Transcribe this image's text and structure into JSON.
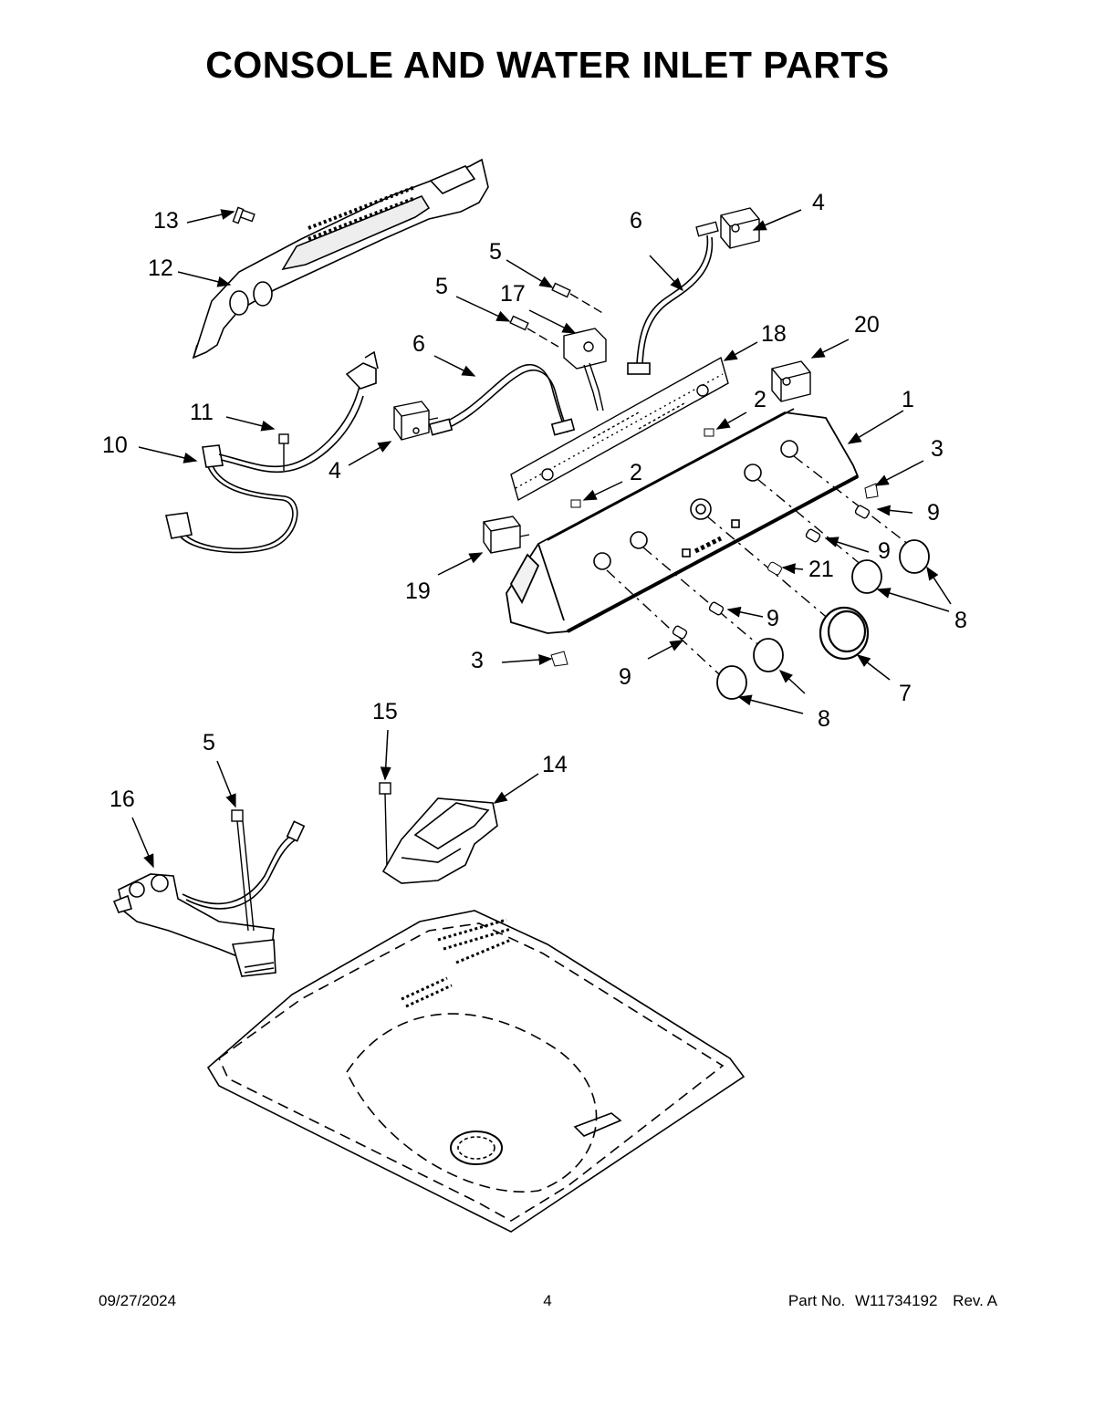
{
  "title": "CONSOLE AND WATER INLET PARTS",
  "callouts": [
    "1",
    "2",
    "3",
    "4",
    "5",
    "6",
    "7",
    "8",
    "9",
    "10",
    "11",
    "12",
    "13",
    "14",
    "15",
    "16",
    "17",
    "18",
    "19",
    "20",
    "21"
  ],
  "footer": {
    "date": "09/27/2024",
    "page": "4",
    "part_label": "Part No.",
    "part_number": "W11734192",
    "revision": "Rev. A"
  }
}
